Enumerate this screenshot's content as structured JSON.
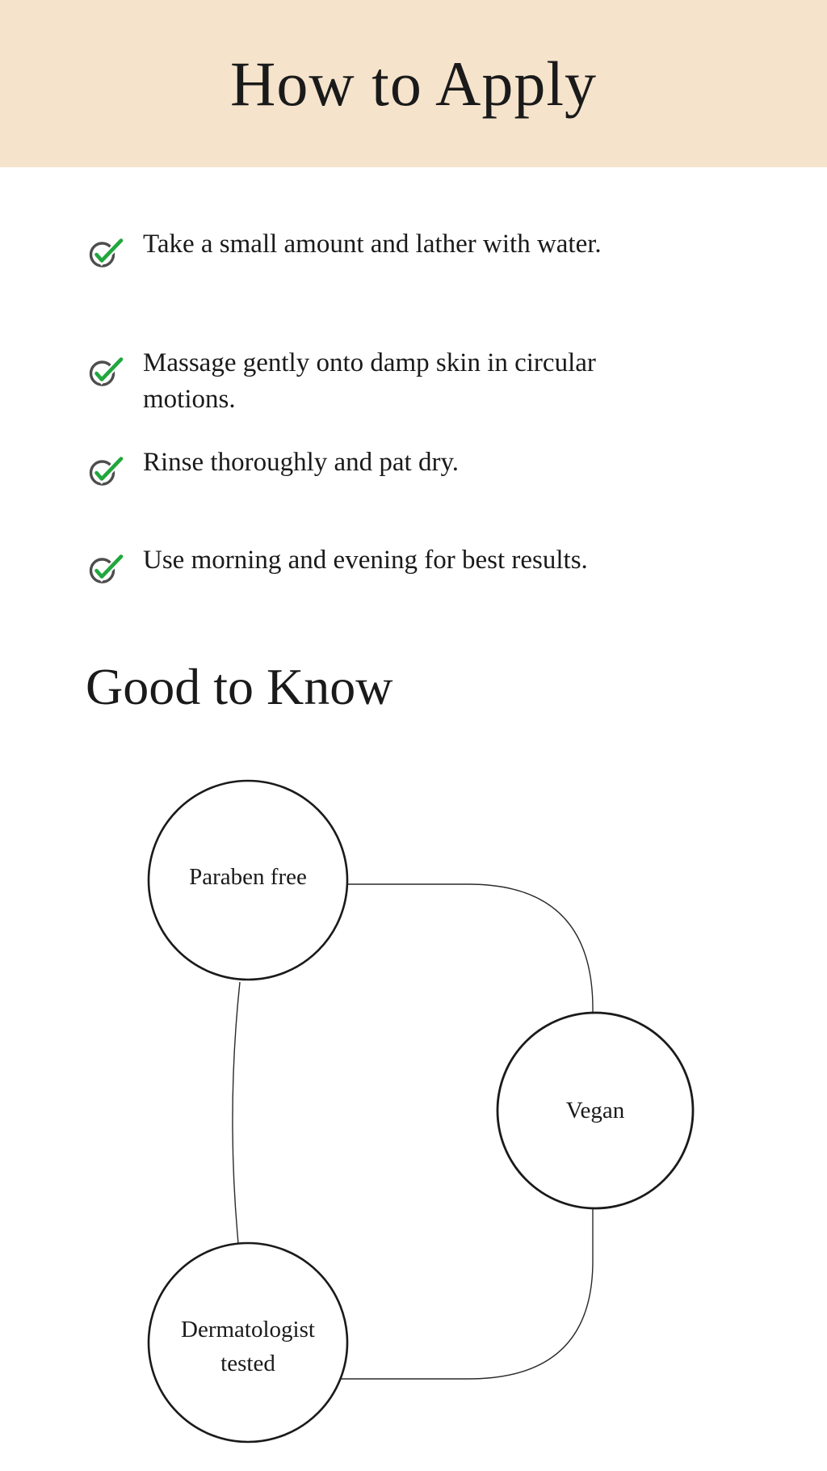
{
  "header": {
    "title": "How to Apply"
  },
  "steps": {
    "items": [
      {
        "text": "Take a small amount and lather with water."
      },
      {
        "text": "Massage gently onto damp skin in circular\nmotions."
      },
      {
        "text": "Rinse thoroughly and pat dry."
      },
      {
        "text": "Use morning and evening for best results."
      }
    ]
  },
  "good_to_know": {
    "title": "Good to Know",
    "badges": [
      {
        "label": "Paraben free"
      },
      {
        "label": "Vegan"
      },
      {
        "label": "Dermatologist tested"
      }
    ]
  },
  "icons": {
    "step_marker": "check-circle-icon"
  },
  "colors": {
    "banner_bg": "#f5e3cc",
    "text": "#1a1a1a",
    "check_green": "#21a73d",
    "check_ring": "#4d4d4d",
    "circle_outline": "#1a1a1a",
    "connector": "#2a2a2a"
  }
}
